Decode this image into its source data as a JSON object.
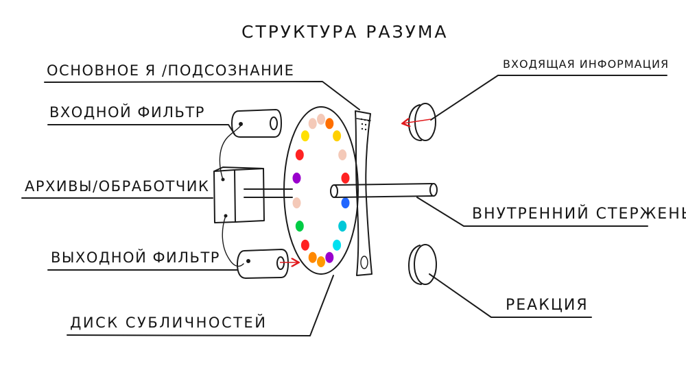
{
  "title": "Структура разума",
  "labels": {
    "core_self": "основное Я /подсознание",
    "input_filter": "входной фильтр",
    "archives_processor": "архивы/обработчик",
    "output_filter": "выходной фильтр",
    "subpersonality_disk": "диск субличностей",
    "incoming_information": "входящая информация",
    "inner_rod": "внутренний стержень",
    "reaction": "реакция"
  },
  "disk_dots": [
    {
      "color": "#f4c9b8"
    },
    {
      "color": "#ff6f00"
    },
    {
      "color": "#ffd000"
    },
    {
      "color": "#f4c9b8"
    },
    {
      "color": "#ff2222"
    },
    {
      "color": "#2266ff"
    },
    {
      "color": "#00c8d8"
    },
    {
      "color": "#00e0f0"
    },
    {
      "color": "#9900cc"
    },
    {
      "color": "#ff9900"
    },
    {
      "color": "#ff8800"
    },
    {
      "color": "#ff2222"
    },
    {
      "color": "#00cc44"
    },
    {
      "color": "#f4c9b8"
    },
    {
      "color": "#9900cc"
    },
    {
      "color": "#ff2222"
    },
    {
      "color": "#ffe000"
    },
    {
      "color": "#f4c9b8"
    }
  ],
  "colors": {
    "ink": "#1a1a1a",
    "arrow": "#e0191c",
    "paper": "#ffffff"
  },
  "icons": {
    "arrow_in": "red-arrow-left-icon",
    "arrow_out": "red-arrow-right-icon"
  }
}
